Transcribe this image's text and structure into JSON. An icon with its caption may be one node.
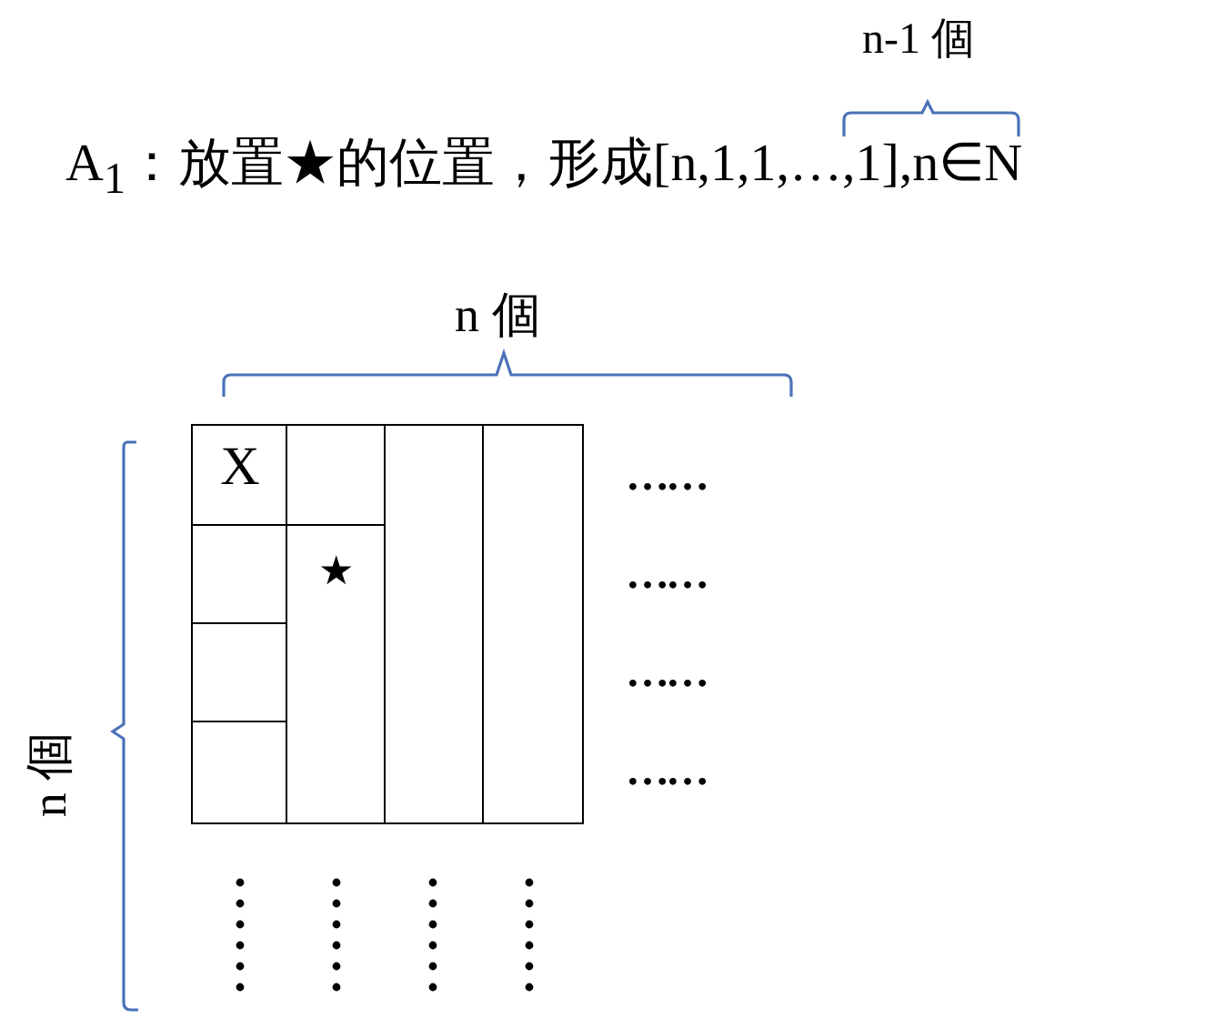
{
  "diagram": {
    "title": "A$_{1}$：放置★的位置，形成[n,1,1,…,1],n∈N",
    "nodes": [
      {
        "text": [
          "X"
        ]
      },
      {
        "text": [],
        "shape": "box"
      },
      {
        "text": [],
        "shape": "box"
      },
      {
        "text": [],
        "shape": "box"
      },
      {
        "text": [],
        "shape": "box"
      },
      {
        "text": [
          "★"
        ]
      },
      {
        "text": [],
        "shape": "box"
      },
      {
        "text": [],
        "shape": "box"
      }
    ],
    "labels": [
      "n-1 個",
      "n 個",
      "n 個",
      "……",
      "……",
      "……",
      "……"
    ]
  }
}
